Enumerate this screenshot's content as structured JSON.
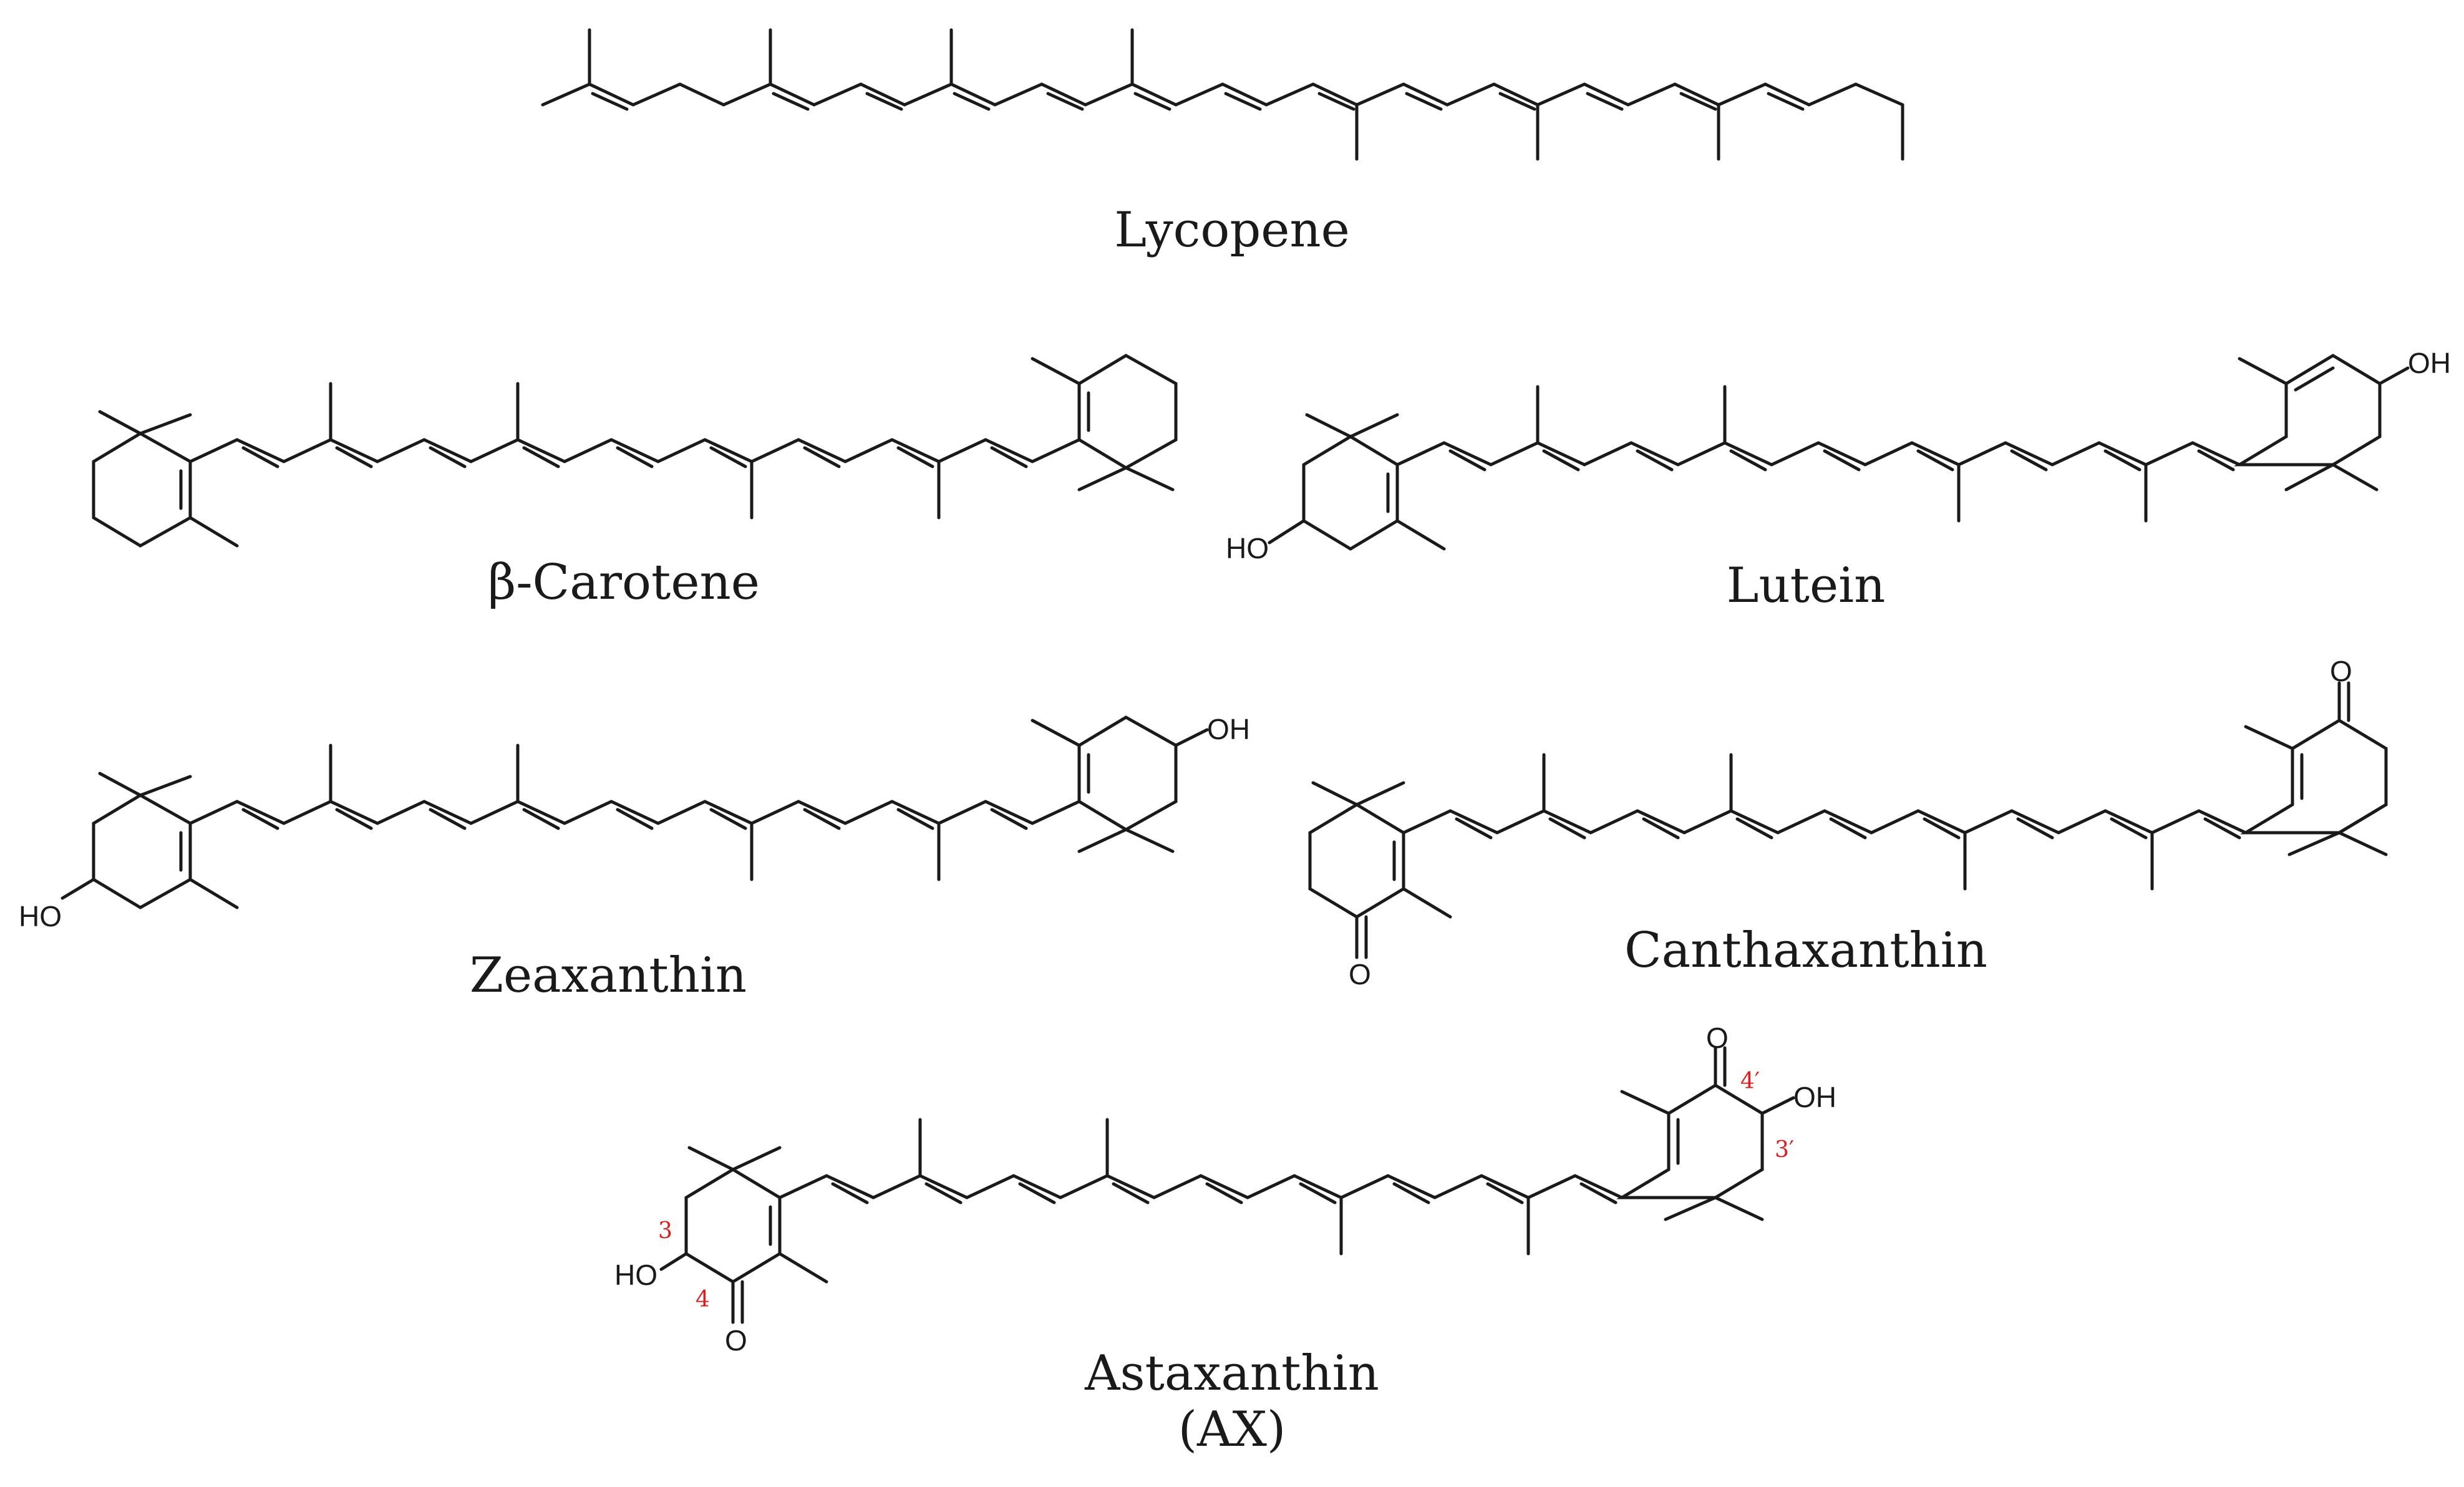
{
  "molecules": {
    "lycopene": {
      "name": "Lycopene"
    },
    "beta_carotene": {
      "name": "β-Carotene"
    },
    "lutein": {
      "name": "Lutein",
      "atoms": {
        "oh_right": "OH",
        "ho_left": "HO"
      }
    },
    "zeaxanthin": {
      "name": "Zeaxanthin",
      "atoms": {
        "oh_right": "OH",
        "ho_left": "HO"
      }
    },
    "canthaxanthin": {
      "name": "Canthaxanthin",
      "atoms": {
        "o_top": "O",
        "o_bottom": "O"
      }
    },
    "astaxanthin": {
      "name": "Astaxanthin",
      "abbrev": "(AX)",
      "atoms": {
        "o_top": "O",
        "oh_right": "OH",
        "ho_left": "HO",
        "o_bottom": "O"
      },
      "numbers": {
        "n3": "3",
        "n4": "4",
        "n3p": "3′",
        "n4p": "4′"
      }
    }
  },
  "colors": {
    "ink": "#1a1a1a",
    "locant": "#e01b1b"
  }
}
